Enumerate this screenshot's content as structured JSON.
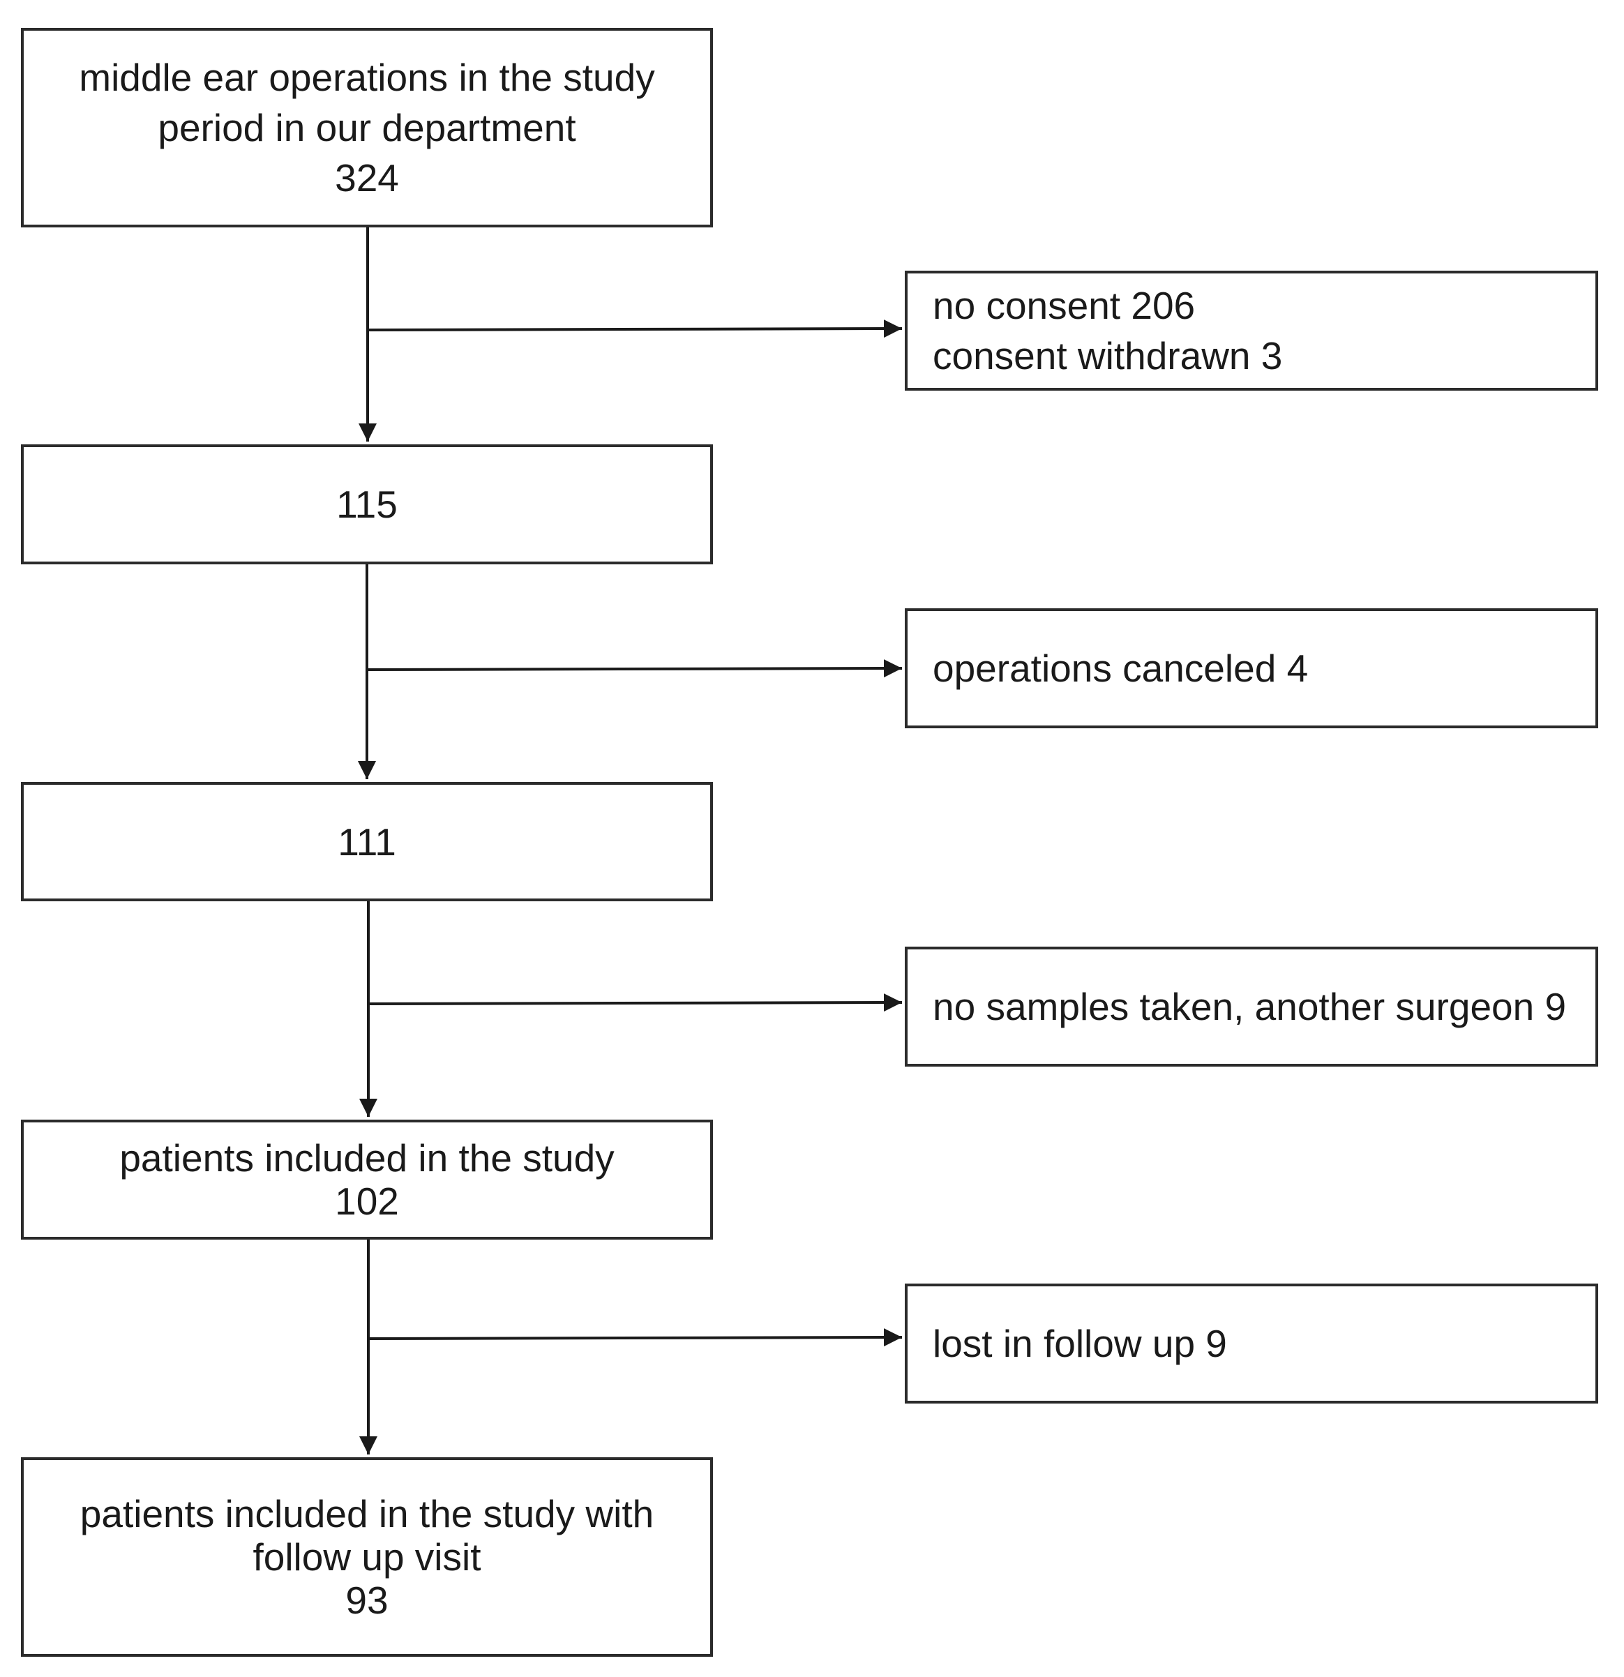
{
  "flow_steps": [
    {
      "lines": [
        "middle ear operations in the study",
        "period in our department",
        "324"
      ]
    },
    {
      "lines": [
        "115"
      ]
    },
    {
      "lines": [
        "111"
      ]
    },
    {
      "lines": [
        "patients included in the study",
        "102"
      ]
    },
    {
      "lines": [
        "patients included in the study with",
        "follow up visit",
        "93"
      ]
    }
  ],
  "exclusions": [
    {
      "lines": [
        "no consent 206",
        "consent withdrawn 3"
      ]
    },
    {
      "lines": [
        "operations canceled 4"
      ]
    },
    {
      "lines": [
        "no samples taken, another surgeon 9"
      ]
    },
    {
      "lines": [
        "lost in follow up 9"
      ]
    }
  ],
  "colors": {
    "line": "#1a1a1a",
    "border": "#2b2b2b",
    "background": "#ffffff"
  }
}
